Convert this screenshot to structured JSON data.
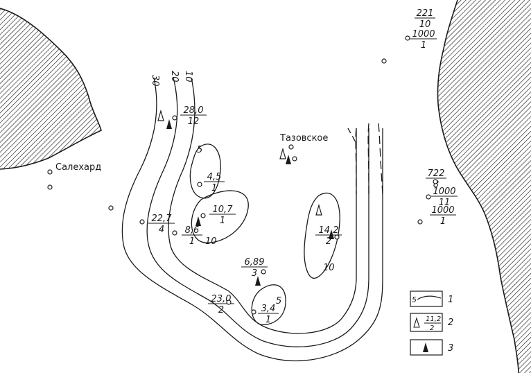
{
  "places": [
    {
      "id": "salekhard",
      "name": "Салехард"
    },
    {
      "id": "tazovskoe",
      "name": "Тазовское"
    }
  ],
  "contour_labels": [
    "30",
    "20",
    "10",
    "5",
    "10",
    "10",
    "5"
  ],
  "fractions": [
    {
      "num": "221",
      "den": "10"
    },
    {
      "num": "1000",
      "den": "1"
    },
    {
      "num": "28,0",
      "den": "12"
    },
    {
      "num": "4,5",
      "den": "1"
    },
    {
      "num": "10,7",
      "den": "1"
    },
    {
      "num": "8,6",
      "den": "1"
    },
    {
      "num": "22,7",
      "den": "4"
    },
    {
      "num": "14,2",
      "den": "2"
    },
    {
      "num": "6,89",
      "den": "3"
    },
    {
      "num": "23,0",
      "den": "2"
    },
    {
      "num": "3,4",
      "den": "1"
    },
    {
      "num": "722",
      "den": "8"
    },
    {
      "num": "1000",
      "den": "11"
    },
    {
      "num": "1000",
      "den": "1"
    }
  ],
  "legend": [
    {
      "key": "1",
      "sample": "5"
    },
    {
      "key": "2",
      "sample_num": "11,2",
      "sample_den": "2"
    },
    {
      "key": "3"
    }
  ],
  "colors": {
    "ink": "#1a1a1a",
    "paper": "#ffffff"
  }
}
